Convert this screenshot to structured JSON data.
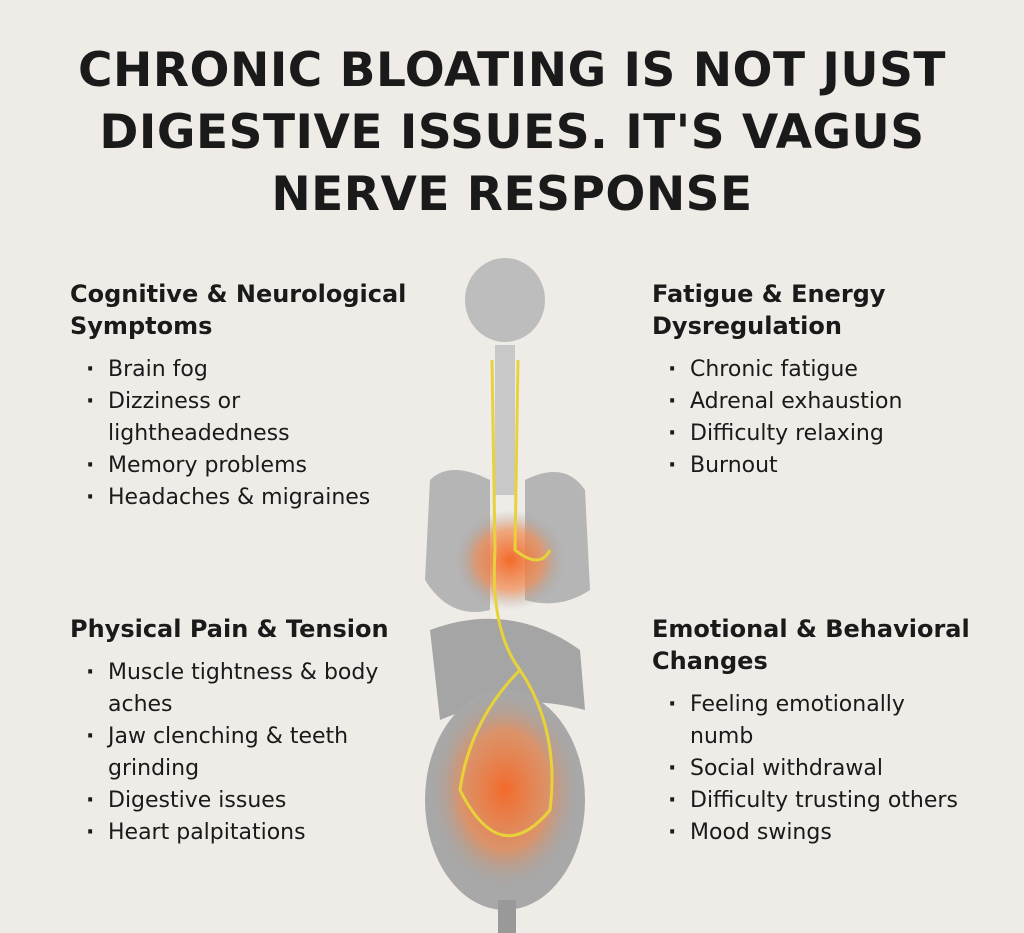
{
  "title": [
    "CHRONIC BLOATING IS NOT JUST",
    "DIGESTIVE ISSUES. IT'S VAGUS",
    "NERVE RESPONSE"
  ],
  "sections": [
    {
      "heading": [
        "Cognitive & Neurological",
        "Symptoms"
      ],
      "items": [
        "Brain fog",
        "Dizziness or lightheadedness",
        "Memory problems",
        "Headaches & migraines"
      ]
    },
    {
      "heading": [
        "Fatigue & Energy",
        "Dysregulation"
      ],
      "items": [
        "Chronic fatigue",
        "Adrenal exhaustion",
        "Difficulty relaxing",
        "Burnout"
      ]
    },
    {
      "heading": [
        "Physical Pain & Tension"
      ],
      "items": [
        "Muscle tightness & body aches",
        "Jaw clenching & teeth grinding",
        "Digestive issues",
        "Heart palpitations"
      ]
    },
    {
      "heading": [
        "Emotional & Behavioral",
        "Changes"
      ],
      "items": [
        "Feeling emotionally numb",
        "Social withdrawal",
        "Difficulty trusting others",
        "Mood swings"
      ]
    }
  ],
  "colors": {
    "background": "#efece8",
    "nerve": "#e8d23a",
    "inflammation": "#f0622a",
    "organ": "#9a9a9a"
  }
}
